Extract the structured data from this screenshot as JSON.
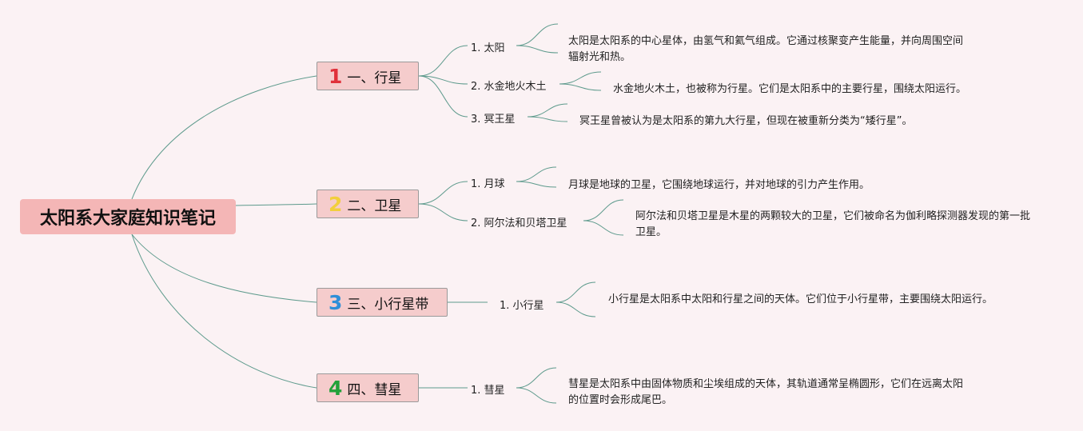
{
  "root": {
    "title": "太阳系大家庭知识笔记"
  },
  "branches": [
    {
      "number": "1",
      "label": "一、行星",
      "color": "#e0303a",
      "subs": [
        {
          "label": "1. 太阳",
          "desc": "太阳是太阳系的中心星体，由氢气和氦气组成。它通过核聚变产生能量，并向周围空间辐射光和热。"
        },
        {
          "label": "2. 水金地火木土",
          "desc": "水金地火木土，也被称为行星。它们是太阳系中的主要行星，围绕太阳运行。"
        },
        {
          "label": "3. 冥王星",
          "desc": "冥王星曾被认为是太阳系的第九大行星，但现在被重新分类为“矮行星”。"
        }
      ]
    },
    {
      "number": "2",
      "label": "二、卫星",
      "color": "#f2cf3c",
      "subs": [
        {
          "label": "1. 月球",
          "desc": "月球是地球的卫星，它围绕地球运行，并对地球的引力产生作用。"
        },
        {
          "label": "2. 阿尔法和贝塔卫星",
          "desc": "阿尔法和贝塔卫星是木星的两颗较大的卫星，它们被命名为伽利略探测器发现的第一批卫星。"
        }
      ]
    },
    {
      "number": "3",
      "label": "三、小行星带",
      "color": "#2f8fd8",
      "subs": [
        {
          "label": "1. 小行星",
          "desc": "小行星是太阳系中太阳和行星之间的天体。它们位于小行星带，主要围绕太阳运行。"
        }
      ]
    },
    {
      "number": "4",
      "label": "四、彗星",
      "color": "#22a13a",
      "subs": [
        {
          "label": "1. 彗星",
          "desc": "彗星是太阳系中由固体物质和尘埃组成的天体，其轨道通常呈椭圆形，它们在远离太阳的位置时会形成尾巴。"
        }
      ]
    }
  ],
  "colors": {
    "line": "#5d9a8c",
    "root_fill": "#f4b6b6",
    "branch_fill": "#f5cccc"
  }
}
